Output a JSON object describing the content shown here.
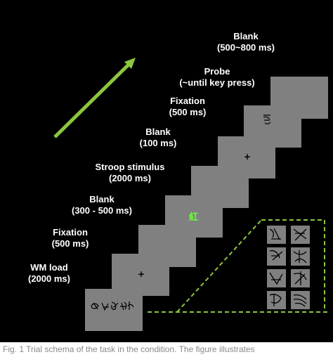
{
  "stages": [
    {
      "name": "WM load",
      "duration": "(2000 ms)"
    },
    {
      "name": "Fixation",
      "duration": "(500 ms)"
    },
    {
      "name": "Blank",
      "duration": "(300 - 500 ms)"
    },
    {
      "name": "Stroop stimulus",
      "duration": "(2000 ms)"
    },
    {
      "name": "Blank",
      "duration": "(100 ms)"
    },
    {
      "name": "Fixation",
      "duration": "(500 ms)"
    },
    {
      "name": "Probe",
      "duration": "(~until key press)"
    },
    {
      "name": "Blank",
      "duration": "(500~800 ms)"
    }
  ],
  "fixation_symbol": "+",
  "stroop_character": "紅",
  "colors": {
    "background": "#000000",
    "screen": "#808080",
    "arrow": "#8dc63f",
    "stroop": "#66ff33",
    "dashed": "#8dc63f"
  },
  "icons": [
    "time-arrow-icon",
    "abstract-glyph-icon",
    "dashed-callout-icon"
  ],
  "caption": "Fig. 1  Trial schema of the task in the condition. The figure illustrates"
}
